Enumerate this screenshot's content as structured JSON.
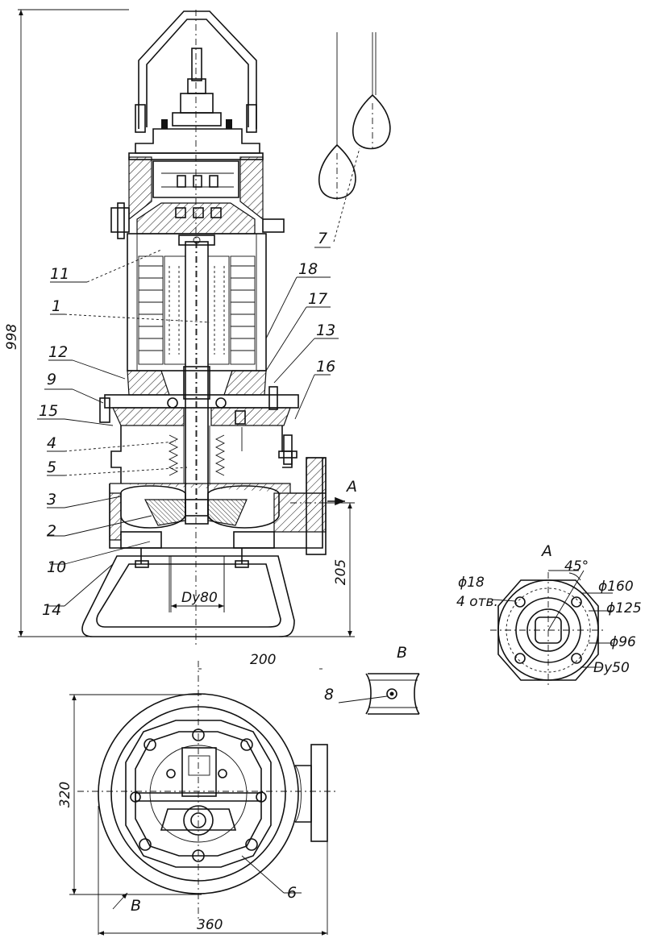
{
  "callouts": {
    "c1": "1",
    "c2": "2",
    "c3": "3",
    "c4": "4",
    "c5": "5",
    "c6": "6",
    "c7": "7",
    "c8": "8",
    "c9": "9",
    "c10": "10",
    "c11": "11",
    "c12": "12",
    "c13": "13",
    "c14": "14",
    "c15": "15",
    "c16": "16",
    "c17": "17",
    "c18": "18"
  },
  "dimensions": {
    "total_height": "998",
    "outlet_height": "205",
    "outlet_size": "Dy80",
    "plan_width_200": "200",
    "plan_depth": "320",
    "plan_width": "360"
  },
  "views": {
    "a_arrow": "A",
    "a_title": "A",
    "b_title": "B",
    "b_arrow": "B"
  },
  "flange": {
    "angle": "45°",
    "hole_dia": "ϕ18",
    "hole_count": "4 отв.",
    "d160": "ϕ160",
    "d125": "ϕ125",
    "d96": "ϕ96",
    "dy": "Dy50"
  }
}
